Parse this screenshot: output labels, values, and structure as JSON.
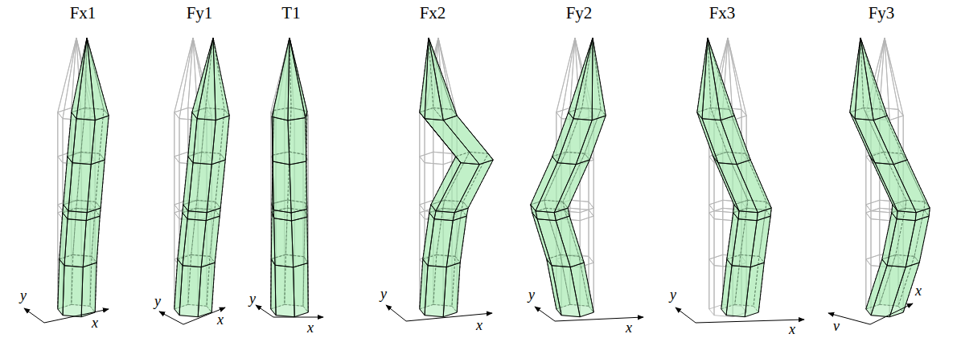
{
  "diagram": {
    "labels": [
      "Fx1",
      "Fy1",
      "T1",
      "Fx2",
      "Fy2",
      "Fx3",
      "Fy3",
      "y",
      "x",
      "y",
      "x",
      "y",
      "x",
      "y",
      "x",
      "y",
      "x",
      "y",
      "x",
      "v",
      "x"
    ]
  }
}
